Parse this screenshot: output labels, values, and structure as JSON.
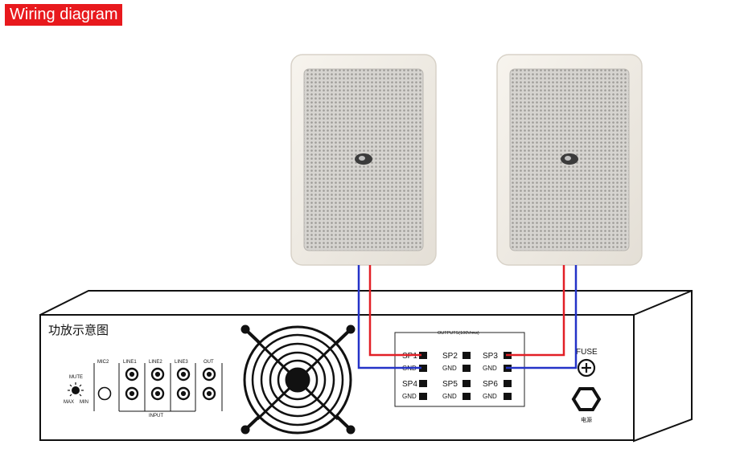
{
  "title": "Wiring diagram",
  "amplifier": {
    "label": "功放示意图",
    "power_label": "电源",
    "mute_label": "MUTE",
    "max_label": "MAX",
    "min_label": "MIN",
    "input_label": "INPUT",
    "jacks": [
      "MIC2",
      "LINE1",
      "LINE2",
      "LINE3",
      "OUT"
    ],
    "outputs_header": "OUTPUTS(100Vrms)",
    "outputs": [
      {
        "sp": "SP1",
        "gnd": "GND"
      },
      {
        "sp": "SP2",
        "gnd": "GND"
      },
      {
        "sp": "SP3",
        "gnd": "GND"
      },
      {
        "sp": "SP4",
        "gnd": "GND"
      },
      {
        "sp": "SP5",
        "gnd": "GND"
      },
      {
        "sp": "SP6",
        "gnd": "GND"
      }
    ],
    "fuse_label": "FUSE"
  },
  "colors": {
    "title_bg": "#e8191d",
    "positive_wire": "#e21f26",
    "ground_wire": "#2433c8",
    "speaker_frame": "#f1ede6",
    "speaker_grille": "#c9c7c3"
  },
  "icons": [
    "speaker-logo-icon",
    "fan-icon",
    "mute-knob-icon",
    "fuse-icon",
    "power-socket-icon"
  ]
}
